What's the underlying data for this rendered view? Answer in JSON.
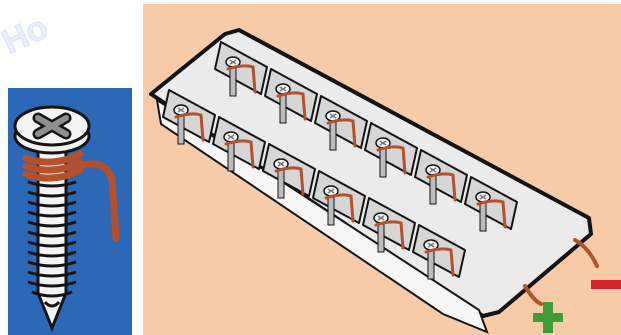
{
  "figure": {
    "watermark_text": "Ho",
    "colors": {
      "screw_panel_bg": "#2c68b6",
      "tray_panel_bg": "#f8cba8",
      "tray_fill": "#ebebeb",
      "tray_cell": "#d6d6d6",
      "outline": "#141414",
      "copper_wire": "#b5502c",
      "zinc_screw": "#f4f4f4",
      "positive_marker": "#3f9a38",
      "negative_marker": "#d8202a"
    },
    "polarity": {
      "positive_symbol": "+",
      "negative_symbol": "−"
    },
    "screw_detail": {
      "head_icon": "phillips-screw-head",
      "wire_wrap_turns": 3
    },
    "tray": {
      "rows": 2,
      "columns": 6,
      "cells_with_screw_and_wire": 12
    }
  }
}
